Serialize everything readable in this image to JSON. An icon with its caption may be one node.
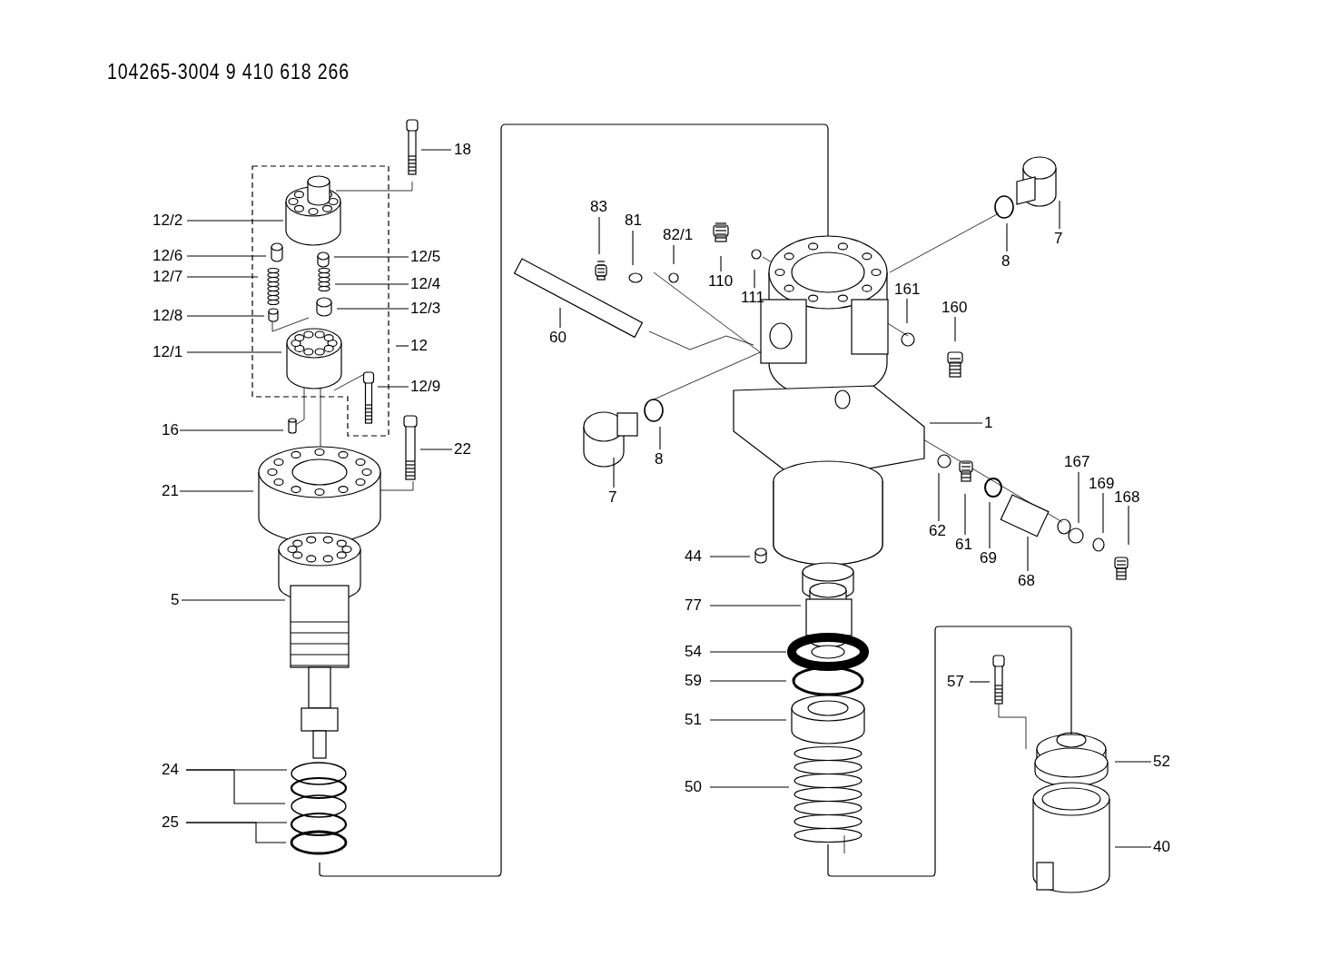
{
  "diagram": {
    "title": "104265-3004 9 410 618 266",
    "nodes": [
      {
        "text": [
          "18"
        ]
      },
      {
        "text": [
          "12/2"
        ]
      },
      {
        "text": [
          "12/6"
        ]
      },
      {
        "text": [
          "12/7"
        ]
      },
      {
        "text": [
          "12/8"
        ]
      },
      {
        "text": [
          "12/1"
        ]
      },
      {
        "text": [
          "12/5"
        ]
      },
      {
        "text": [
          "12/4"
        ]
      },
      {
        "text": [
          "12/3"
        ]
      },
      {
        "text": [
          "12"
        ]
      },
      {
        "text": [
          "12/9"
        ]
      },
      {
        "text": [
          "16"
        ]
      },
      {
        "text": [
          "22"
        ]
      },
      {
        "text": [
          "21"
        ]
      },
      {
        "text": [
          "5"
        ]
      },
      {
        "text": [
          "24"
        ]
      },
      {
        "text": [
          "25"
        ]
      },
      {
        "text": [
          "60"
        ]
      },
      {
        "text": [
          "83"
        ]
      },
      {
        "text": [
          "81"
        ]
      },
      {
        "text": [
          "82/1"
        ]
      },
      {
        "text": [
          "110"
        ]
      },
      {
        "text": [
          "111"
        ]
      },
      {
        "text": [
          "7"
        ]
      },
      {
        "text": [
          "8"
        ]
      },
      {
        "text": [
          "161"
        ]
      },
      {
        "text": [
          "160"
        ]
      },
      {
        "text": [
          "1"
        ]
      },
      {
        "text": [
          "7"
        ]
      },
      {
        "text": [
          "8"
        ]
      },
      {
        "text": [
          "62"
        ]
      },
      {
        "text": [
          "61"
        ]
      },
      {
        "text": [
          "69"
        ]
      },
      {
        "text": [
          "68"
        ]
      },
      {
        "text": [
          "167"
        ]
      },
      {
        "text": [
          "169"
        ]
      },
      {
        "text": [
          "168"
        ]
      },
      {
        "text": [
          "44"
        ]
      },
      {
        "text": [
          "77"
        ]
      },
      {
        "text": [
          "54"
        ]
      },
      {
        "text": [
          "59"
        ]
      },
      {
        "text": [
          "51"
        ]
      },
      {
        "text": [
          "50"
        ]
      },
      {
        "text": [
          "57"
        ]
      },
      {
        "text": [
          "52"
        ]
      },
      {
        "text": [
          "40"
        ]
      }
    ],
    "edges": [
      {
        "from": 0,
        "to": null,
        "arrow": "none"
      },
      {
        "from": 1,
        "to": null,
        "arrow": "none"
      },
      {
        "from": 2,
        "to": null,
        "arrow": "none"
      },
      {
        "from": 3,
        "to": null,
        "arrow": "none"
      },
      {
        "from": 4,
        "to": null,
        "arrow": "none"
      },
      {
        "from": 5,
        "to": null,
        "arrow": "none"
      },
      {
        "from": 6,
        "to": null,
        "arrow": "none"
      },
      {
        "from": 7,
        "to": null,
        "arrow": "none"
      },
      {
        "from": 8,
        "to": null,
        "arrow": "none"
      },
      {
        "from": 9,
        "to": null,
        "arrow": "none"
      },
      {
        "from": 10,
        "to": null,
        "arrow": "none"
      },
      {
        "from": 11,
        "to": null,
        "arrow": "none"
      },
      {
        "from": 12,
        "to": null,
        "arrow": "none"
      },
      {
        "from": 13,
        "to": null,
        "arrow": "none"
      },
      {
        "from": 14,
        "to": null,
        "arrow": "none"
      },
      {
        "from": 15,
        "to": null,
        "arrow": "none"
      },
      {
        "from": 15,
        "to": null,
        "arrow": "none"
      },
      {
        "from": 16,
        "to": null,
        "arrow": "none"
      },
      {
        "from": 16,
        "to": null,
        "arrow": "none"
      },
      {
        "from": 17,
        "to": null,
        "arrow": "none"
      },
      {
        "from": 18,
        "to": null,
        "arrow": "none"
      },
      {
        "from": 19,
        "to": null,
        "arrow": "none"
      },
      {
        "from": 20,
        "to": null,
        "arrow": "none"
      },
      {
        "from": 21,
        "to": null,
        "arrow": "none"
      },
      {
        "from": 22,
        "to": null,
        "arrow": "none"
      },
      {
        "from": 23,
        "to": null,
        "arrow": "none"
      },
      {
        "from": 24,
        "to": null,
        "arrow": "none"
      },
      {
        "from": 25,
        "to": null,
        "arrow": "none"
      },
      {
        "from": 26,
        "to": null,
        "arrow": "none"
      },
      {
        "from": 27,
        "to": null,
        "arrow": "none"
      },
      {
        "from": 28,
        "to": null,
        "arrow": "none"
      },
      {
        "from": 29,
        "to": null,
        "arrow": "none"
      },
      {
        "from": 30,
        "to": null,
        "arrow": "none"
      },
      {
        "from": 31,
        "to": null,
        "arrow": "none"
      },
      {
        "from": 32,
        "to": null,
        "arrow": "none"
      },
      {
        "from": 33,
        "to": null,
        "arrow": "none"
      },
      {
        "from": 34,
        "to": null,
        "arrow": "none"
      },
      {
        "from": 35,
        "to": null,
        "arrow": "none"
      },
      {
        "from": 36,
        "to": null,
        "arrow": "none"
      },
      {
        "from": 37,
        "to": null,
        "arrow": "none"
      },
      {
        "from": 38,
        "to": null,
        "arrow": "none"
      },
      {
        "from": 39,
        "to": null,
        "arrow": "none"
      },
      {
        "from": 40,
        "to": null,
        "arrow": "none"
      },
      {
        "from": 41,
        "to": null,
        "arrow": "none"
      },
      {
        "from": 42,
        "to": null,
        "arrow": "none"
      },
      {
        "from": 43,
        "to": null,
        "arrow": "none"
      },
      {
        "from": 44,
        "to": null,
        "arrow": "none"
      },
      {
        "from": 45,
        "to": null,
        "arrow": "none"
      }
    ]
  }
}
